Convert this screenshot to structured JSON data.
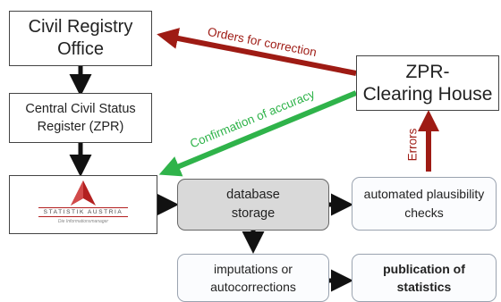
{
  "nodes": {
    "civil_registry_office": [
      "Civil Registry",
      "Office"
    ],
    "zpr_register": [
      "Central Civil Status",
      "Register (ZPR)"
    ],
    "statistik_austria": {
      "logo_text": "STATISTIK AUSTRIA",
      "tagline": "Die Informationsmanager"
    },
    "clearing_house": [
      "ZPR-",
      "Clearing House"
    ],
    "database_storage": [
      "database",
      "storage"
    ],
    "plausibility_checks": [
      "automated plausibility",
      "checks"
    ],
    "imputations": [
      "imputations or",
      "autocorrections"
    ],
    "publication": [
      "publication of",
      "statistics"
    ]
  },
  "edges": {
    "orders_for_correction": "Orders for correction",
    "confirmation_of_accuracy": "Confirmation of accuracy",
    "errors": "Errors"
  },
  "colors": {
    "red_arrow": "#9e1b14",
    "green_arrow": "#2fb34a",
    "black_arrow": "#111111"
  }
}
